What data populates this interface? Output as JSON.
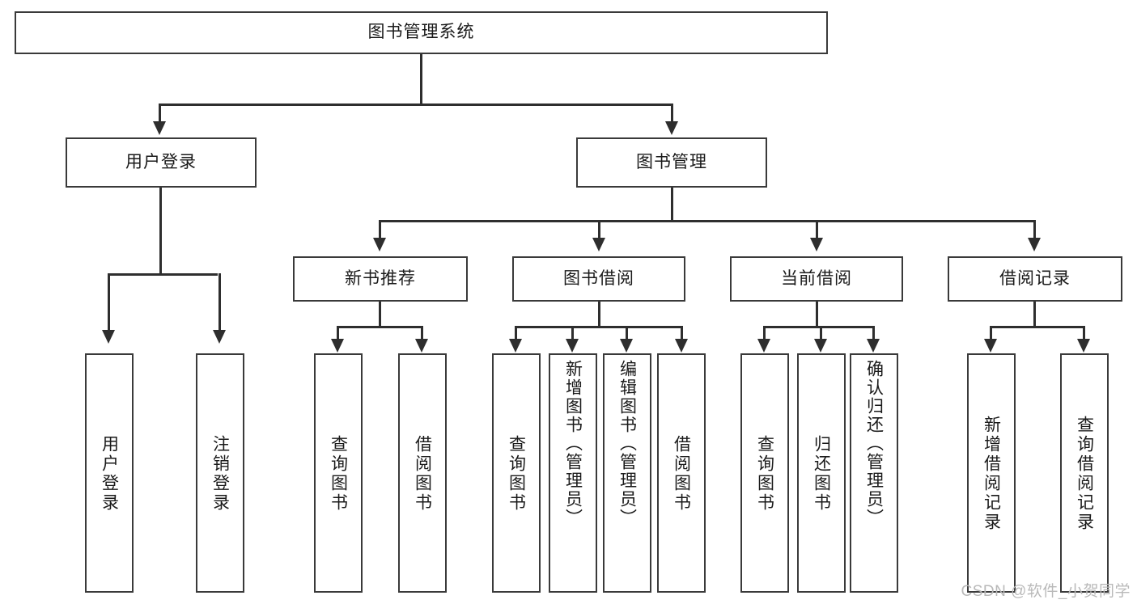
{
  "diagram": {
    "title": "图书管理系统",
    "type": "hierarchy-tree",
    "root": {
      "label": "图书管理系统"
    },
    "level1": [
      {
        "label": "用户登录"
      },
      {
        "label": "图书管理"
      }
    ],
    "level2": [
      {
        "label": "新书推荐"
      },
      {
        "label": "图书借阅"
      },
      {
        "label": "当前借阅"
      },
      {
        "label": "借阅记录"
      }
    ],
    "leaves": {
      "user_login": [
        {
          "label": "用户登录"
        },
        {
          "label": "注销登录"
        }
      ],
      "new_book_recommend": [
        {
          "label": "查询图书"
        },
        {
          "label": "借阅图书"
        }
      ],
      "book_borrow": [
        {
          "label": "查询图书"
        },
        {
          "label": "新增图书（管理员）"
        },
        {
          "label": "编辑图书（管理员）"
        },
        {
          "label": "借阅图书"
        }
      ],
      "current_borrow": [
        {
          "label": "查询图书"
        },
        {
          "label": "归还图书"
        },
        {
          "label": "确认归还（管理员）"
        }
      ],
      "borrow_record": [
        {
          "label": "新增借阅记录"
        },
        {
          "label": "查询借阅记录"
        }
      ]
    }
  },
  "watermark": {
    "text": "CSDN @软件_小贺同学"
  },
  "colors": {
    "box_border": "#3a3a3a",
    "connector": "#2e2e2e",
    "background": "#ffffff",
    "text": "#1a1a1a",
    "watermark": "#b9b9b9"
  }
}
